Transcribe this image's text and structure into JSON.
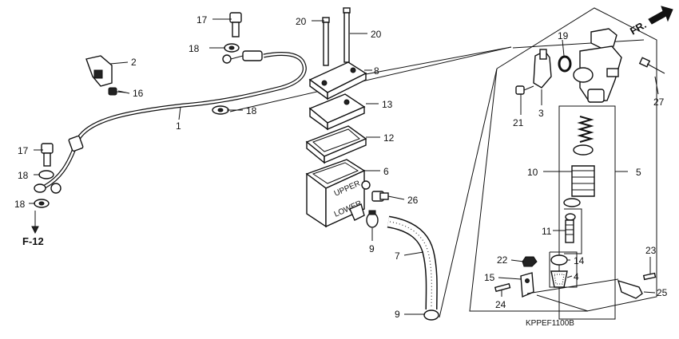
{
  "title_code": "KPPEF1100B",
  "direction_label": "FR.",
  "reference_label": "F-12",
  "callouts": {
    "c1": "1",
    "c2": "2",
    "c3": "3",
    "c4": "4",
    "c5": "5",
    "c6": "6",
    "c7": "7",
    "c8": "8",
    "c9a": "9",
    "c9b": "9",
    "c10": "10",
    "c11": "11",
    "c12": "12",
    "c13": "13",
    "c14": "14",
    "c15": "15",
    "c16": "16",
    "c17a": "17",
    "c17b": "17",
    "c18a": "18",
    "c18b": "18",
    "c18c": "18",
    "c18d": "18",
    "c19": "19",
    "c20a": "20",
    "c20b": "20",
    "c21": "21",
    "c22": "22",
    "c23": "23",
    "c24": "24",
    "c25": "25",
    "c26": "26",
    "c27": "27"
  },
  "reservoir_text": {
    "upper": "UPPER",
    "lower": "LOWER"
  }
}
